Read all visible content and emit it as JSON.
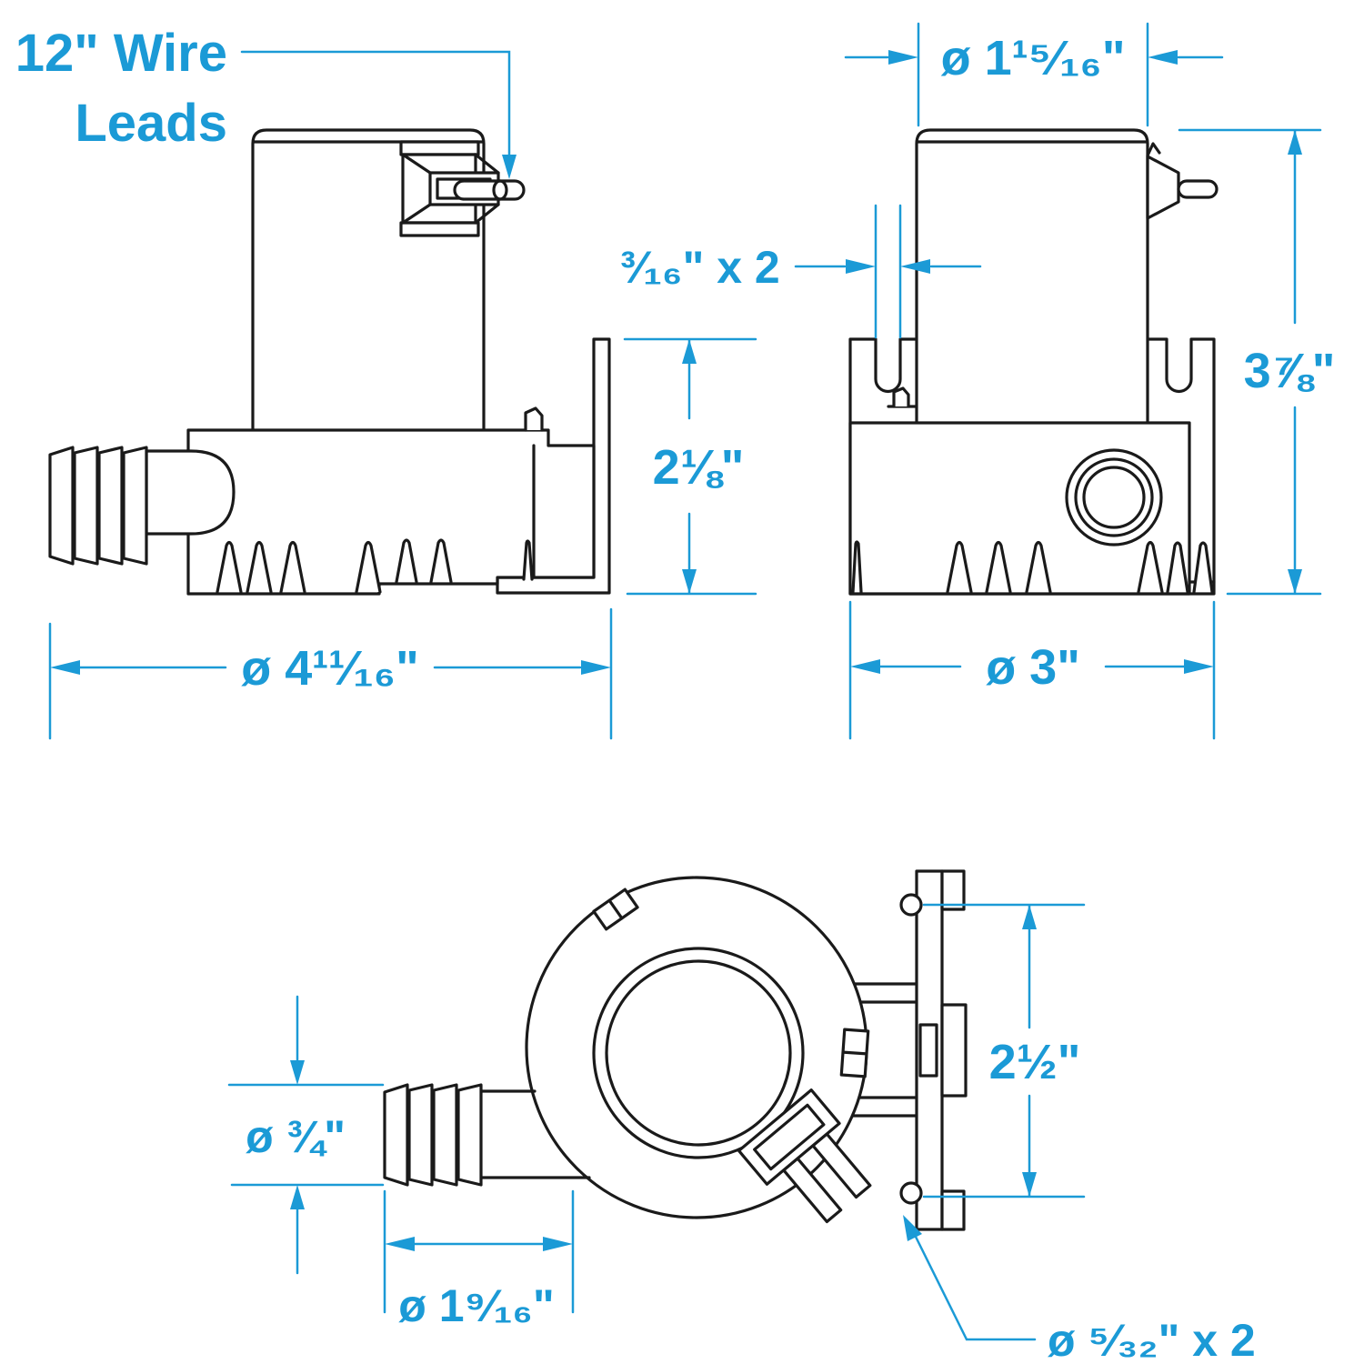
{
  "drawing": {
    "type": "technical-dimension-diagram",
    "subject": "bilge pump three-view drawing",
    "colors": {
      "line": "#1a1a1a",
      "dimension": "#1b9ad6",
      "background": "#ffffff"
    },
    "views": {
      "side": {
        "labels": {
          "wire_leads_1": "12\" Wire",
          "wire_leads_2": "Leads",
          "bracket_height": "2⅛\"",
          "base_diameter": "ø 4¹¹⁄₁₆\""
        }
      },
      "front": {
        "labels": {
          "motor_diameter": "ø 1¹⁵⁄₁₆\"",
          "mount_slot": "³⁄₁₆\" x 2",
          "overall_height": "3⅞\"",
          "strainer_diameter": "ø 3\""
        }
      },
      "top": {
        "labels": {
          "outlet_diameter": "ø ¾\"",
          "outlet_length": "ø 1⁹⁄₁₆\"",
          "hole_spacing": "2½\"",
          "hole_diameter": "ø ⁵⁄₃₂\" x 2"
        }
      }
    }
  }
}
